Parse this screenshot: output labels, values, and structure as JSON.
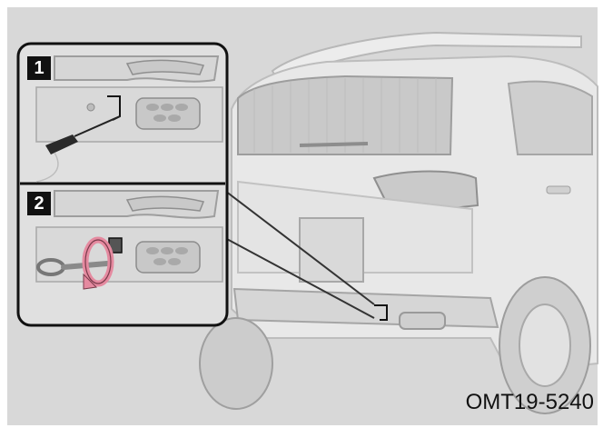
{
  "figure": {
    "code": "OMT19-5240",
    "steps": [
      "1",
      "2"
    ],
    "colors": {
      "background": "#d9d9d9",
      "panel": "#e3e3e3",
      "outline": "#111111",
      "arrow_accent": "#e58aa0",
      "bracket": "#222222"
    }
  }
}
